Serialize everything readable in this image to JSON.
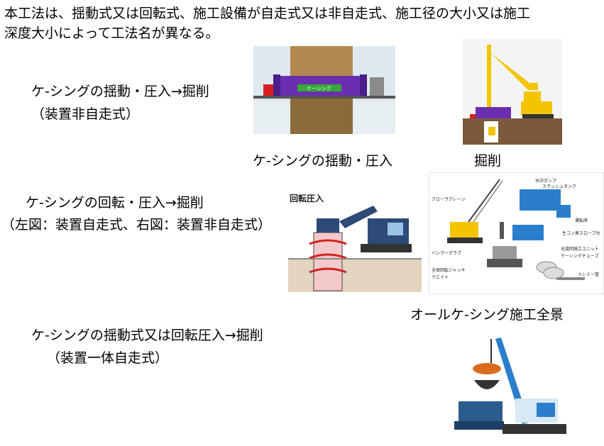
{
  "intro": {
    "line1": "本工法は、揺動式又は回転式、施工設備が自走式又は非自走式、施工径の大小又は施工",
    "line2": "深度大小によって工法名が異なる。"
  },
  "sections": [
    {
      "title": "ケ-シングの揺動・圧入→掘削",
      "note": "（装置非自走式）"
    },
    {
      "title": "ケ-シングの回転・圧入→掘削",
      "note": "（左図：装置自走式、右図：装置非自走式）"
    },
    {
      "title": "ケ-シングの揺動式又は回転圧入→掘削",
      "note": "（装置一体自走式）"
    }
  ],
  "captions": {
    "oscillation": "ケ-シングの揺動・圧入",
    "excavation": "掘削",
    "overview": "オールケ-シング施工全景"
  },
  "figures": {
    "rotation_label": "回転圧入",
    "overview_labels": [
      "水中ポンプ",
      "スラッシュタンク",
      "クローラクレーン",
      "運転席",
      "生コン車スロープ台",
      "全旋回施工ユニット",
      "ケーシングチューブ",
      "ハンマーグラブ",
      "全周回転ジャッキ",
      "ウエイト",
      "トレミー管"
    ],
    "plate_text": "ケーシング"
  },
  "colors": {
    "machine_yellow": "#f2c500",
    "frame_purple": "#6a2fb0",
    "soil_brown": "#7a5a3a",
    "sky_bg": "#dde9ef",
    "rig_blue": "#2a7ecb"
  }
}
